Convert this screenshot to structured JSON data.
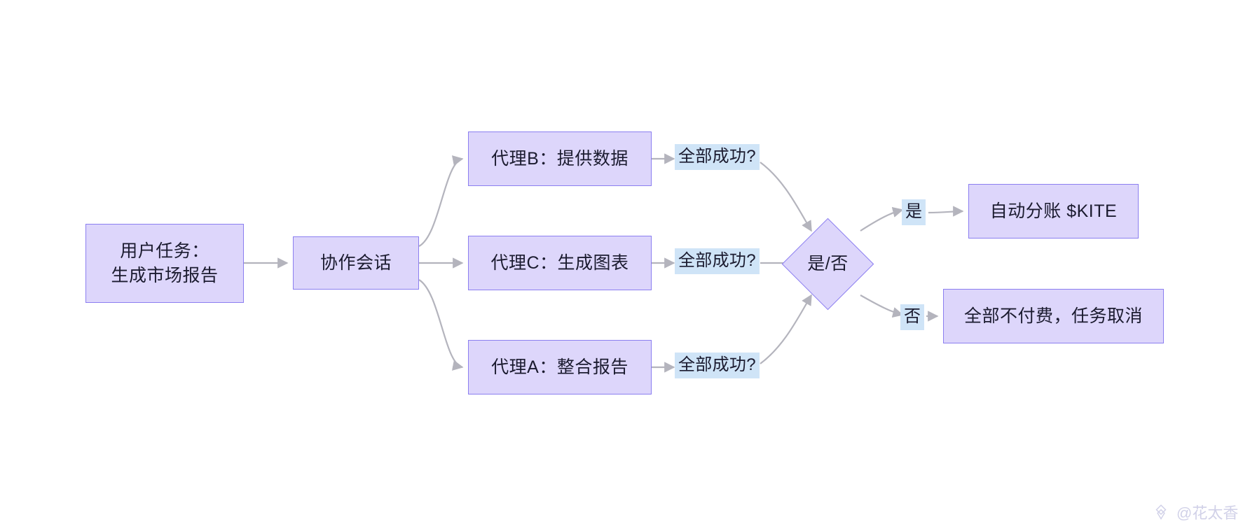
{
  "diagram": {
    "type": "flowchart",
    "title": "",
    "background_color": "#ffffff",
    "node_fill": "#ddd6fb",
    "node_stroke": "#8b7ef0",
    "edge_color": "#b4b4bd",
    "edge_label_fill": "#cfe4f7",
    "text_color": "#1b1b2f"
  },
  "nodes": [
    {
      "id": "user-task",
      "label": "用户任务：\n生成市场报告",
      "shape": "rect"
    },
    {
      "id": "session",
      "label": "协作会话",
      "shape": "rect"
    },
    {
      "id": "agent-b",
      "label": "代理B：提供数据",
      "shape": "rect"
    },
    {
      "id": "agent-c",
      "label": "代理C：生成图表",
      "shape": "rect"
    },
    {
      "id": "agent-a",
      "label": "代理A：整合报告",
      "shape": "rect"
    },
    {
      "id": "decision",
      "label": "是/否",
      "shape": "diamond"
    },
    {
      "id": "payout",
      "label": "自动分账 $KITE",
      "shape": "rect"
    },
    {
      "id": "cancel",
      "label": "全部不付费，任务取消",
      "shape": "rect"
    }
  ],
  "edge_labels": {
    "agent_b_to_decision": "全部成功?",
    "agent_c_to_decision": "全部成功?",
    "agent_a_to_decision": "全部成功?",
    "decision_yes": "是",
    "decision_no": "否"
  },
  "edges": [
    {
      "from": "user-task",
      "to": "session",
      "label": ""
    },
    {
      "from": "session",
      "to": "agent-b",
      "label": ""
    },
    {
      "from": "session",
      "to": "agent-c",
      "label": ""
    },
    {
      "from": "session",
      "to": "agent-a",
      "label": ""
    },
    {
      "from": "agent-b",
      "to": "decision",
      "label": "全部成功?"
    },
    {
      "from": "agent-c",
      "to": "decision",
      "label": "全部成功?"
    },
    {
      "from": "agent-a",
      "to": "decision",
      "label": "全部成功?"
    },
    {
      "from": "decision",
      "to": "payout",
      "label": "是"
    },
    {
      "from": "decision",
      "to": "cancel",
      "label": "否"
    }
  ],
  "watermark": {
    "handle": "@花太香",
    "logo_icon": "diamond-logo-icon"
  }
}
